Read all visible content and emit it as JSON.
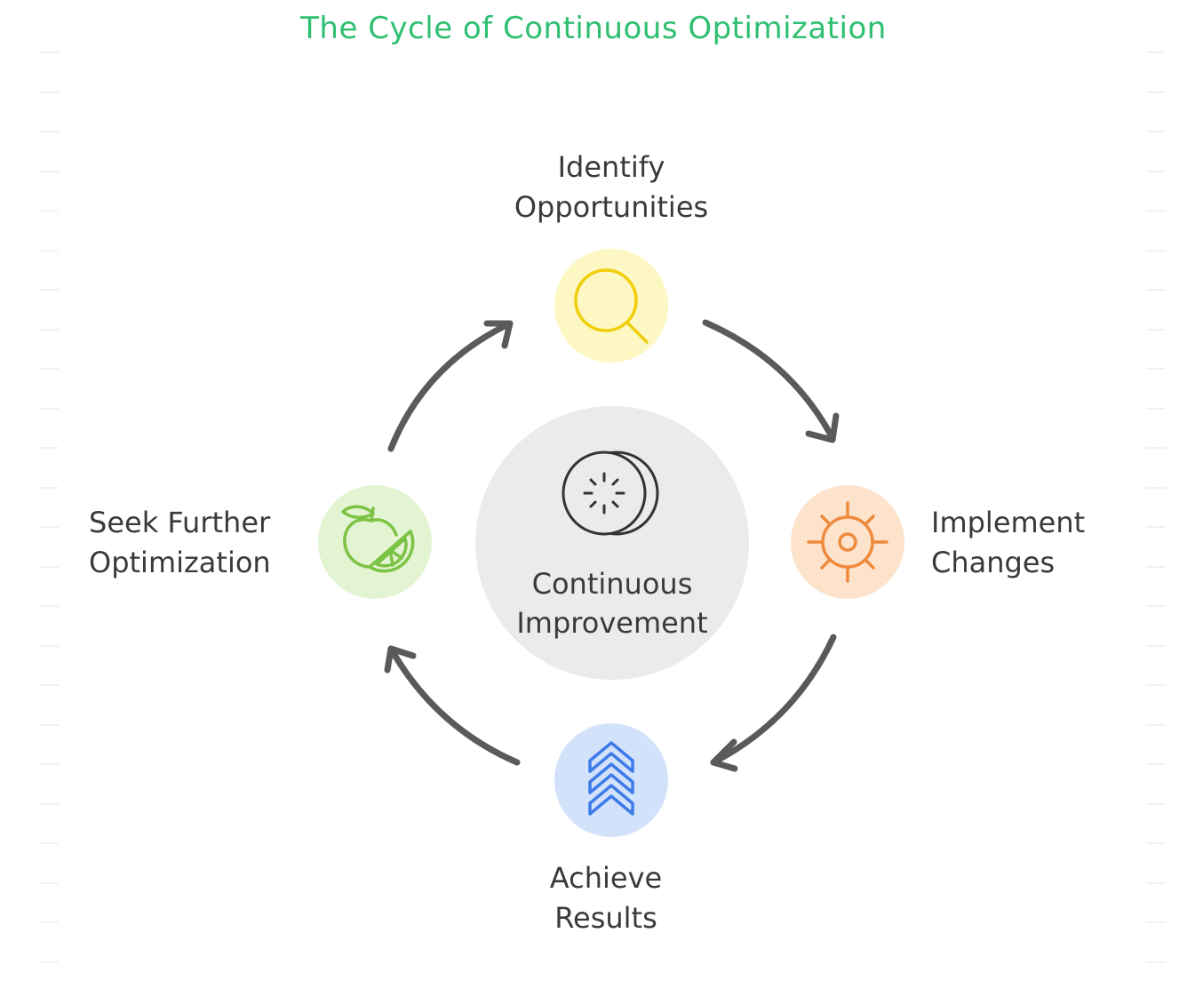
{
  "title": "The Cycle of Continuous Optimization",
  "center": {
    "line1": "Continuous",
    "line2": "Improvement",
    "icon": "sparkle-disc-icon"
  },
  "steps": [
    {
      "line1": "Identify",
      "line2": "Opportunities",
      "icon": "magnifier-icon",
      "color": "#f5d90a",
      "bg": "#fdf7c4"
    },
    {
      "line1": "Implement",
      "line2": "Changes",
      "icon": "gear-icon",
      "color": "#ee8a3c",
      "bg": "#fde3cc"
    },
    {
      "line1": "Achieve",
      "line2": "Results",
      "icon": "chevrons-up-icon",
      "color": "#3d7be8",
      "bg": "#d3e2fb"
    },
    {
      "line1": "Seek Further",
      "line2": "Optimization",
      "icon": "citrus-icon",
      "color": "#7cc243",
      "bg": "#e3f4d3"
    }
  ],
  "colors": {
    "title": "#2fbf71",
    "arrow": "#5a5a5a",
    "hub": "#ebebeb",
    "text": "#3a3a3a"
  }
}
